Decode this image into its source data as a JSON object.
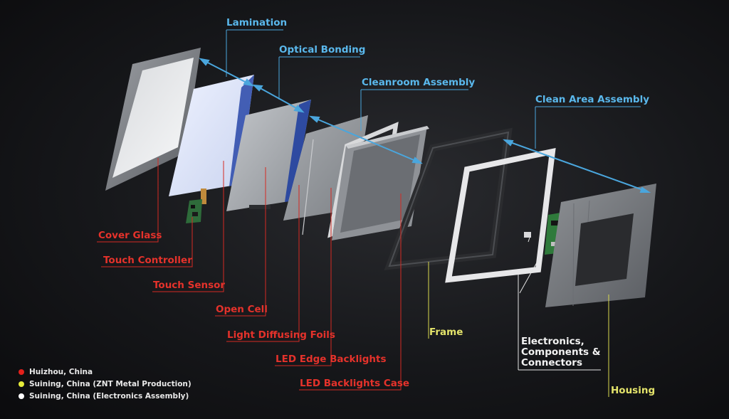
{
  "process_labels": {
    "lamination": "Lamination",
    "optical_bonding": "Optical Bonding",
    "cleanroom_assembly": "Cleanroom Assembly",
    "clean_area_assembly": "Clean Area Assembly"
  },
  "component_labels": {
    "cover_glass": "Cover Glass",
    "touch_controller": "Touch Controller",
    "touch_sensor": "Touch Sensor",
    "open_cell": "Open Cell",
    "light_diffusing_foils": "Light Diffusing Foils",
    "led_edge_backlights": "LED Edge Backlights",
    "led_backlights_case": "LED Backlights Case",
    "frame": "Frame",
    "electronics": "Electronics,\nComponents &\nConnectors",
    "housing": "Housing"
  },
  "legend": [
    {
      "label": "Huizhou, China",
      "color": "#e3201b"
    },
    {
      "label": "Suining, China (ZNT Metal Production)",
      "color": "#e6ec3a"
    },
    {
      "label": "Suining, China (Electronics Assembly)",
      "color": "#ffffff"
    }
  ],
  "colors": {
    "process_label": "#5ab8ec",
    "huizhou": "#e5322b",
    "suining_metal": "#e4e46b",
    "suining_electronics": "#f2f2f2"
  }
}
